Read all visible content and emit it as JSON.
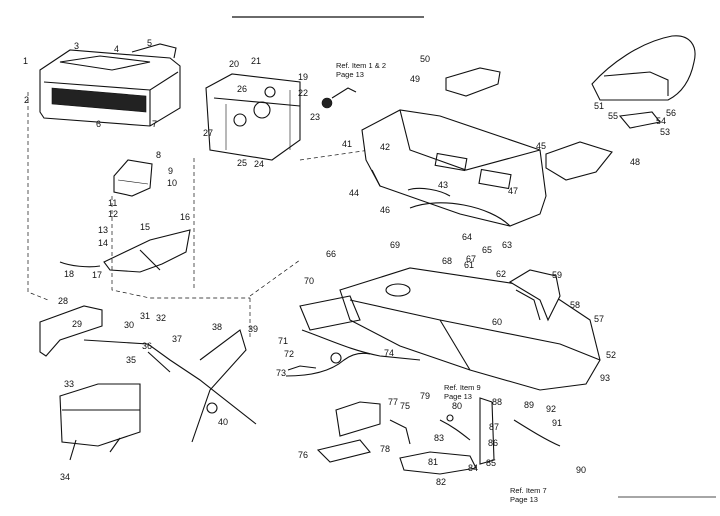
{
  "diagram": {
    "callouts": [
      "1",
      "2",
      "3",
      "4",
      "5",
      "6",
      "7",
      "8",
      "9",
      "10",
      "11",
      "12",
      "13",
      "14",
      "15",
      "16",
      "17",
      "18",
      "19",
      "20",
      "21",
      "22",
      "23",
      "24",
      "25",
      "26",
      "27",
      "28",
      "29",
      "30",
      "31",
      "32",
      "33",
      "34",
      "35",
      "36",
      "37",
      "38",
      "39",
      "40",
      "41",
      "42",
      "43",
      "44",
      "45",
      "46",
      "47",
      "48",
      "49",
      "50",
      "51",
      "52",
      "53",
      "54",
      "55",
      "56",
      "57",
      "58",
      "59",
      "60",
      "61",
      "62",
      "63",
      "64",
      "65",
      "66",
      "67",
      "68",
      "69",
      "70",
      "71",
      "72",
      "73",
      "74",
      "75",
      "76",
      "77",
      "78",
      "79",
      "80",
      "81",
      "82",
      "83",
      "84",
      "85",
      "86",
      "87",
      "88",
      "89",
      "90",
      "91",
      "92",
      "93"
    ],
    "notes": [
      {
        "line1": "Ref. Item 1 & 2",
        "line2": "Page 13"
      },
      {
        "line1": "Ref. Item 9",
        "line2": "Page 13"
      },
      {
        "line1": "Ref. Item 7",
        "line2": "Page 13"
      }
    ]
  }
}
